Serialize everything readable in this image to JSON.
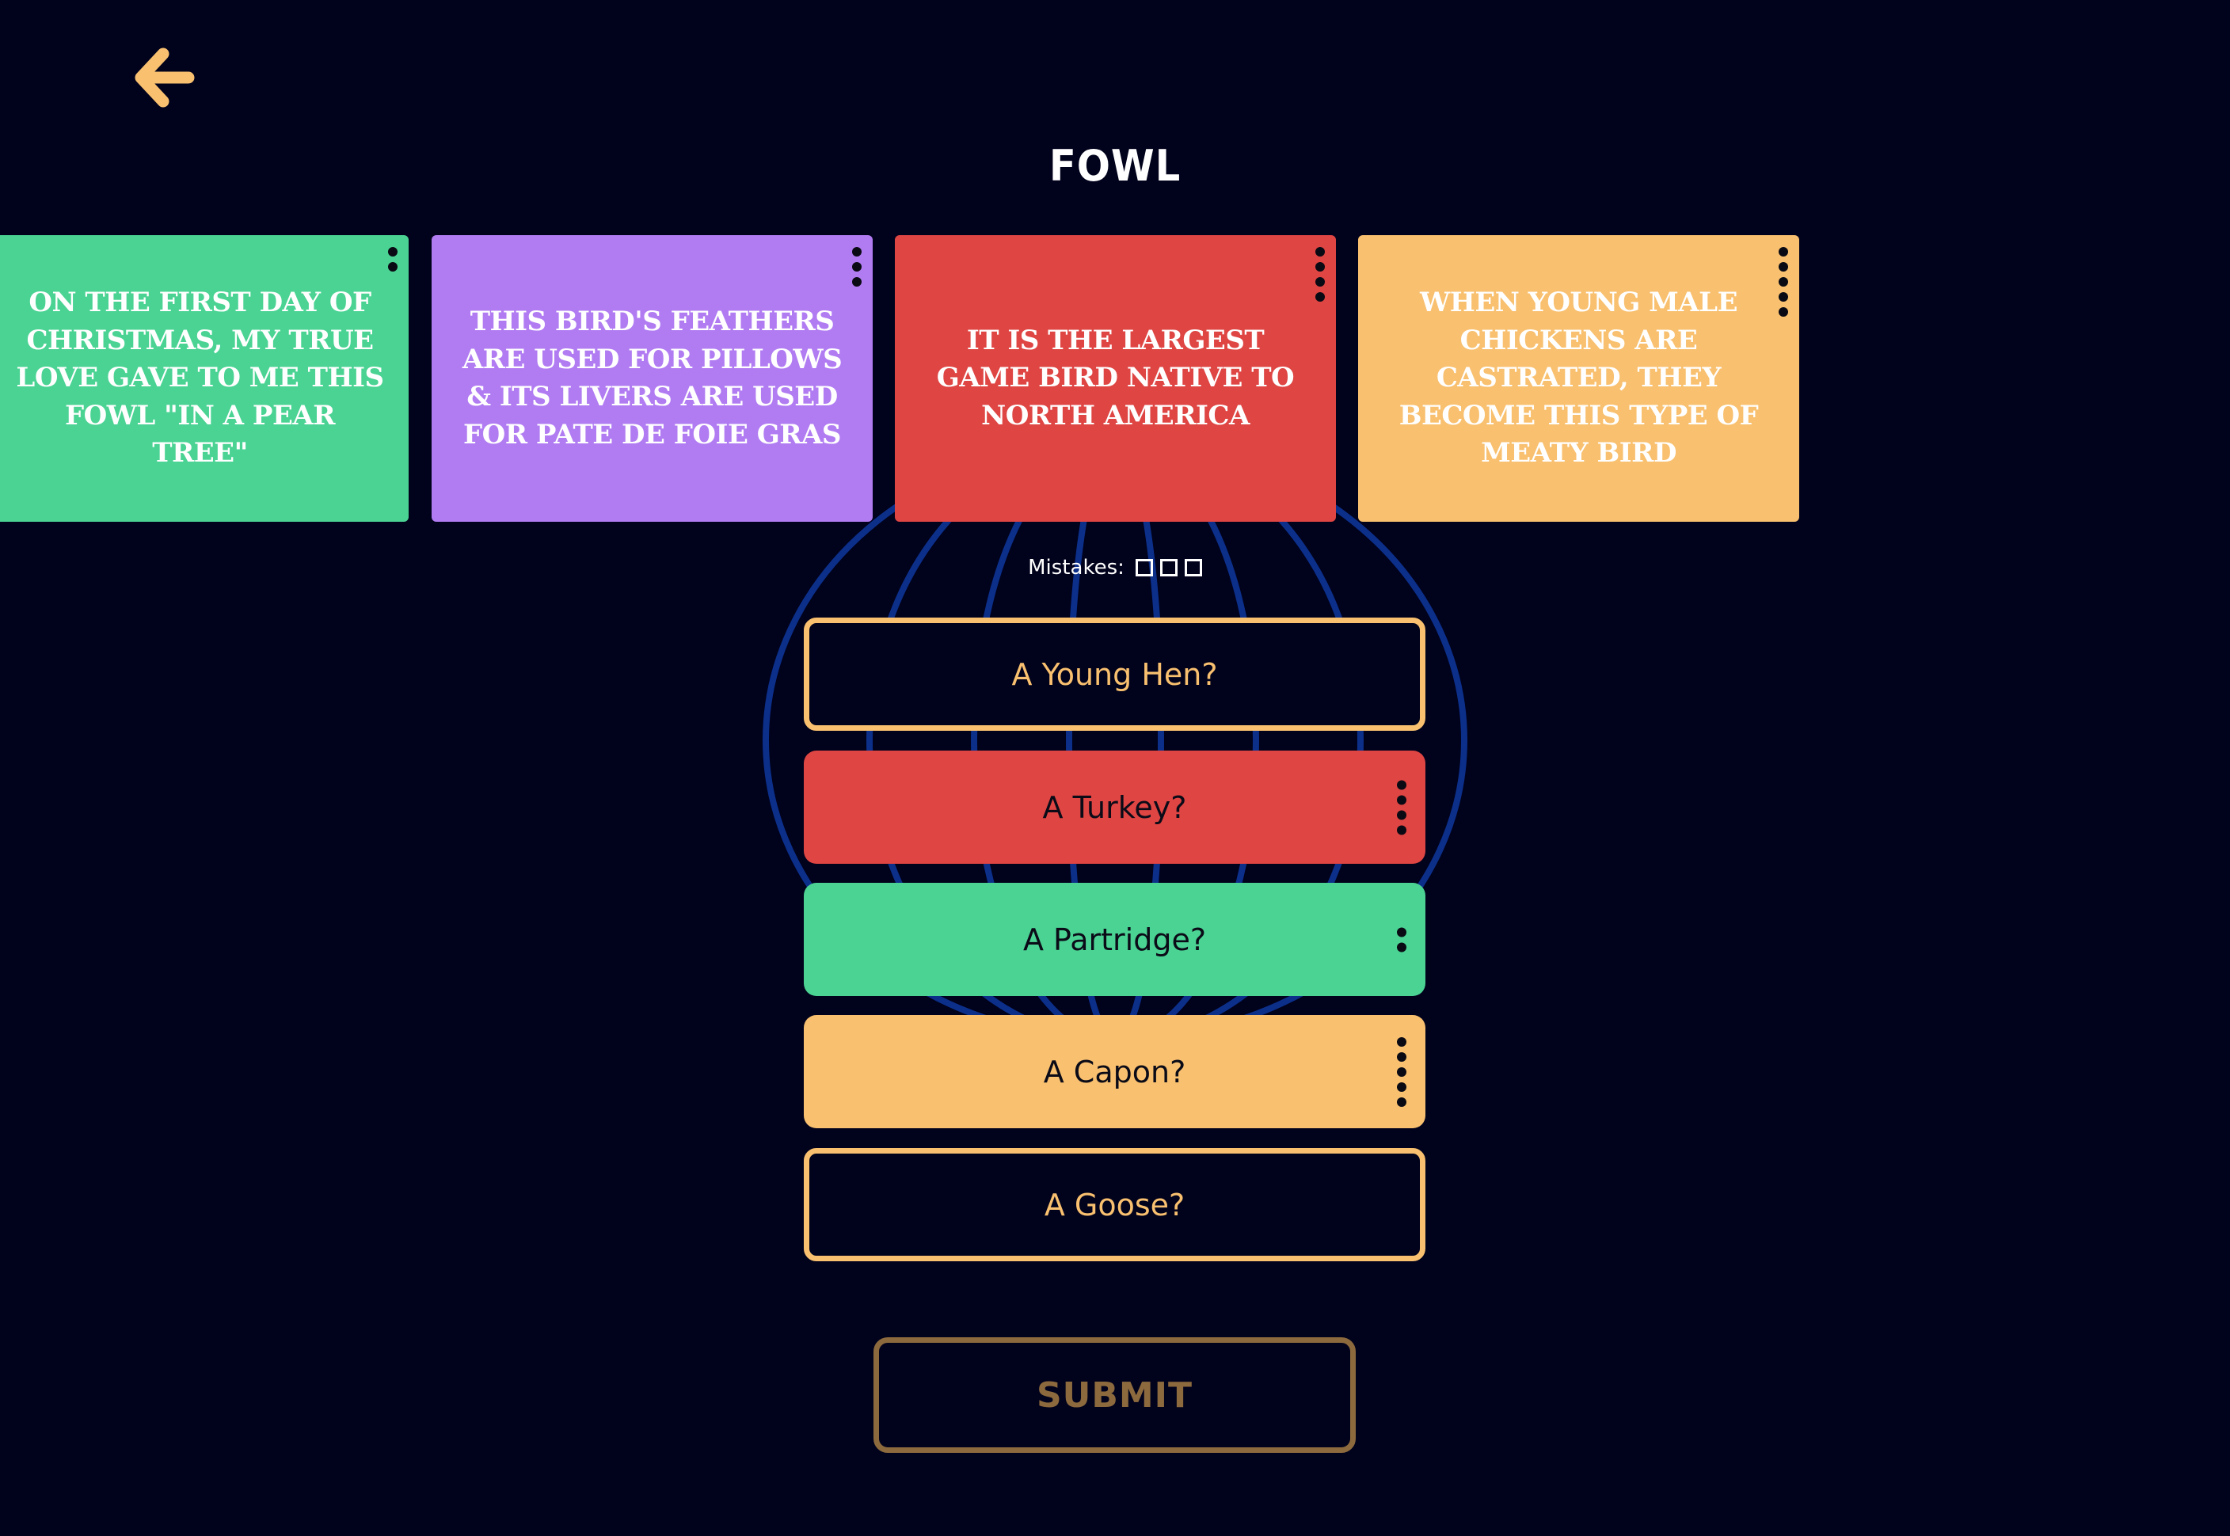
{
  "header": {
    "back_icon": "arrow-left-icon",
    "title": "FOWL"
  },
  "colors": {
    "background": "#01021c",
    "accent": "#f8c06f",
    "green": "#4ad393",
    "purple": "#b17cf2",
    "red": "#de4543",
    "orange": "#f8c06f",
    "decor_blue": "#0c2f8a",
    "submit_disabled": "#8c6a3e"
  },
  "clues": [
    {
      "text": "On the first day of Christmas, my true love gave to me this fowl \"in a pear tree\"",
      "color": "#4ad393",
      "dots": 2
    },
    {
      "text": "This bird's feathers are used for pillows & its livers are used for pate de foie gras",
      "color": "#b17cf2",
      "dots": 3
    },
    {
      "text": "It is the largest game bird native to North America",
      "color": "#de4543",
      "dots": 4
    },
    {
      "text": "When young male chickens are castrated, they become this type of meaty bird",
      "color": "#f8c06f",
      "dots": 5
    }
  ],
  "mistakes": {
    "label": "Mistakes:",
    "count": 3,
    "used": 0
  },
  "answers": [
    {
      "label": "A Young Hen?",
      "style": "outline",
      "color": "",
      "dots": 0
    },
    {
      "label": "A Turkey?",
      "style": "filled",
      "color": "#de4543",
      "dots": 4
    },
    {
      "label": "A Partridge?",
      "style": "filled",
      "color": "#4ad393",
      "dots": 2
    },
    {
      "label": "A Capon?",
      "style": "filled",
      "color": "#f8c06f",
      "dots": 5
    },
    {
      "label": "A Goose?",
      "style": "outline",
      "color": "",
      "dots": 0
    }
  ],
  "submit": {
    "label": "SUBMIT"
  }
}
